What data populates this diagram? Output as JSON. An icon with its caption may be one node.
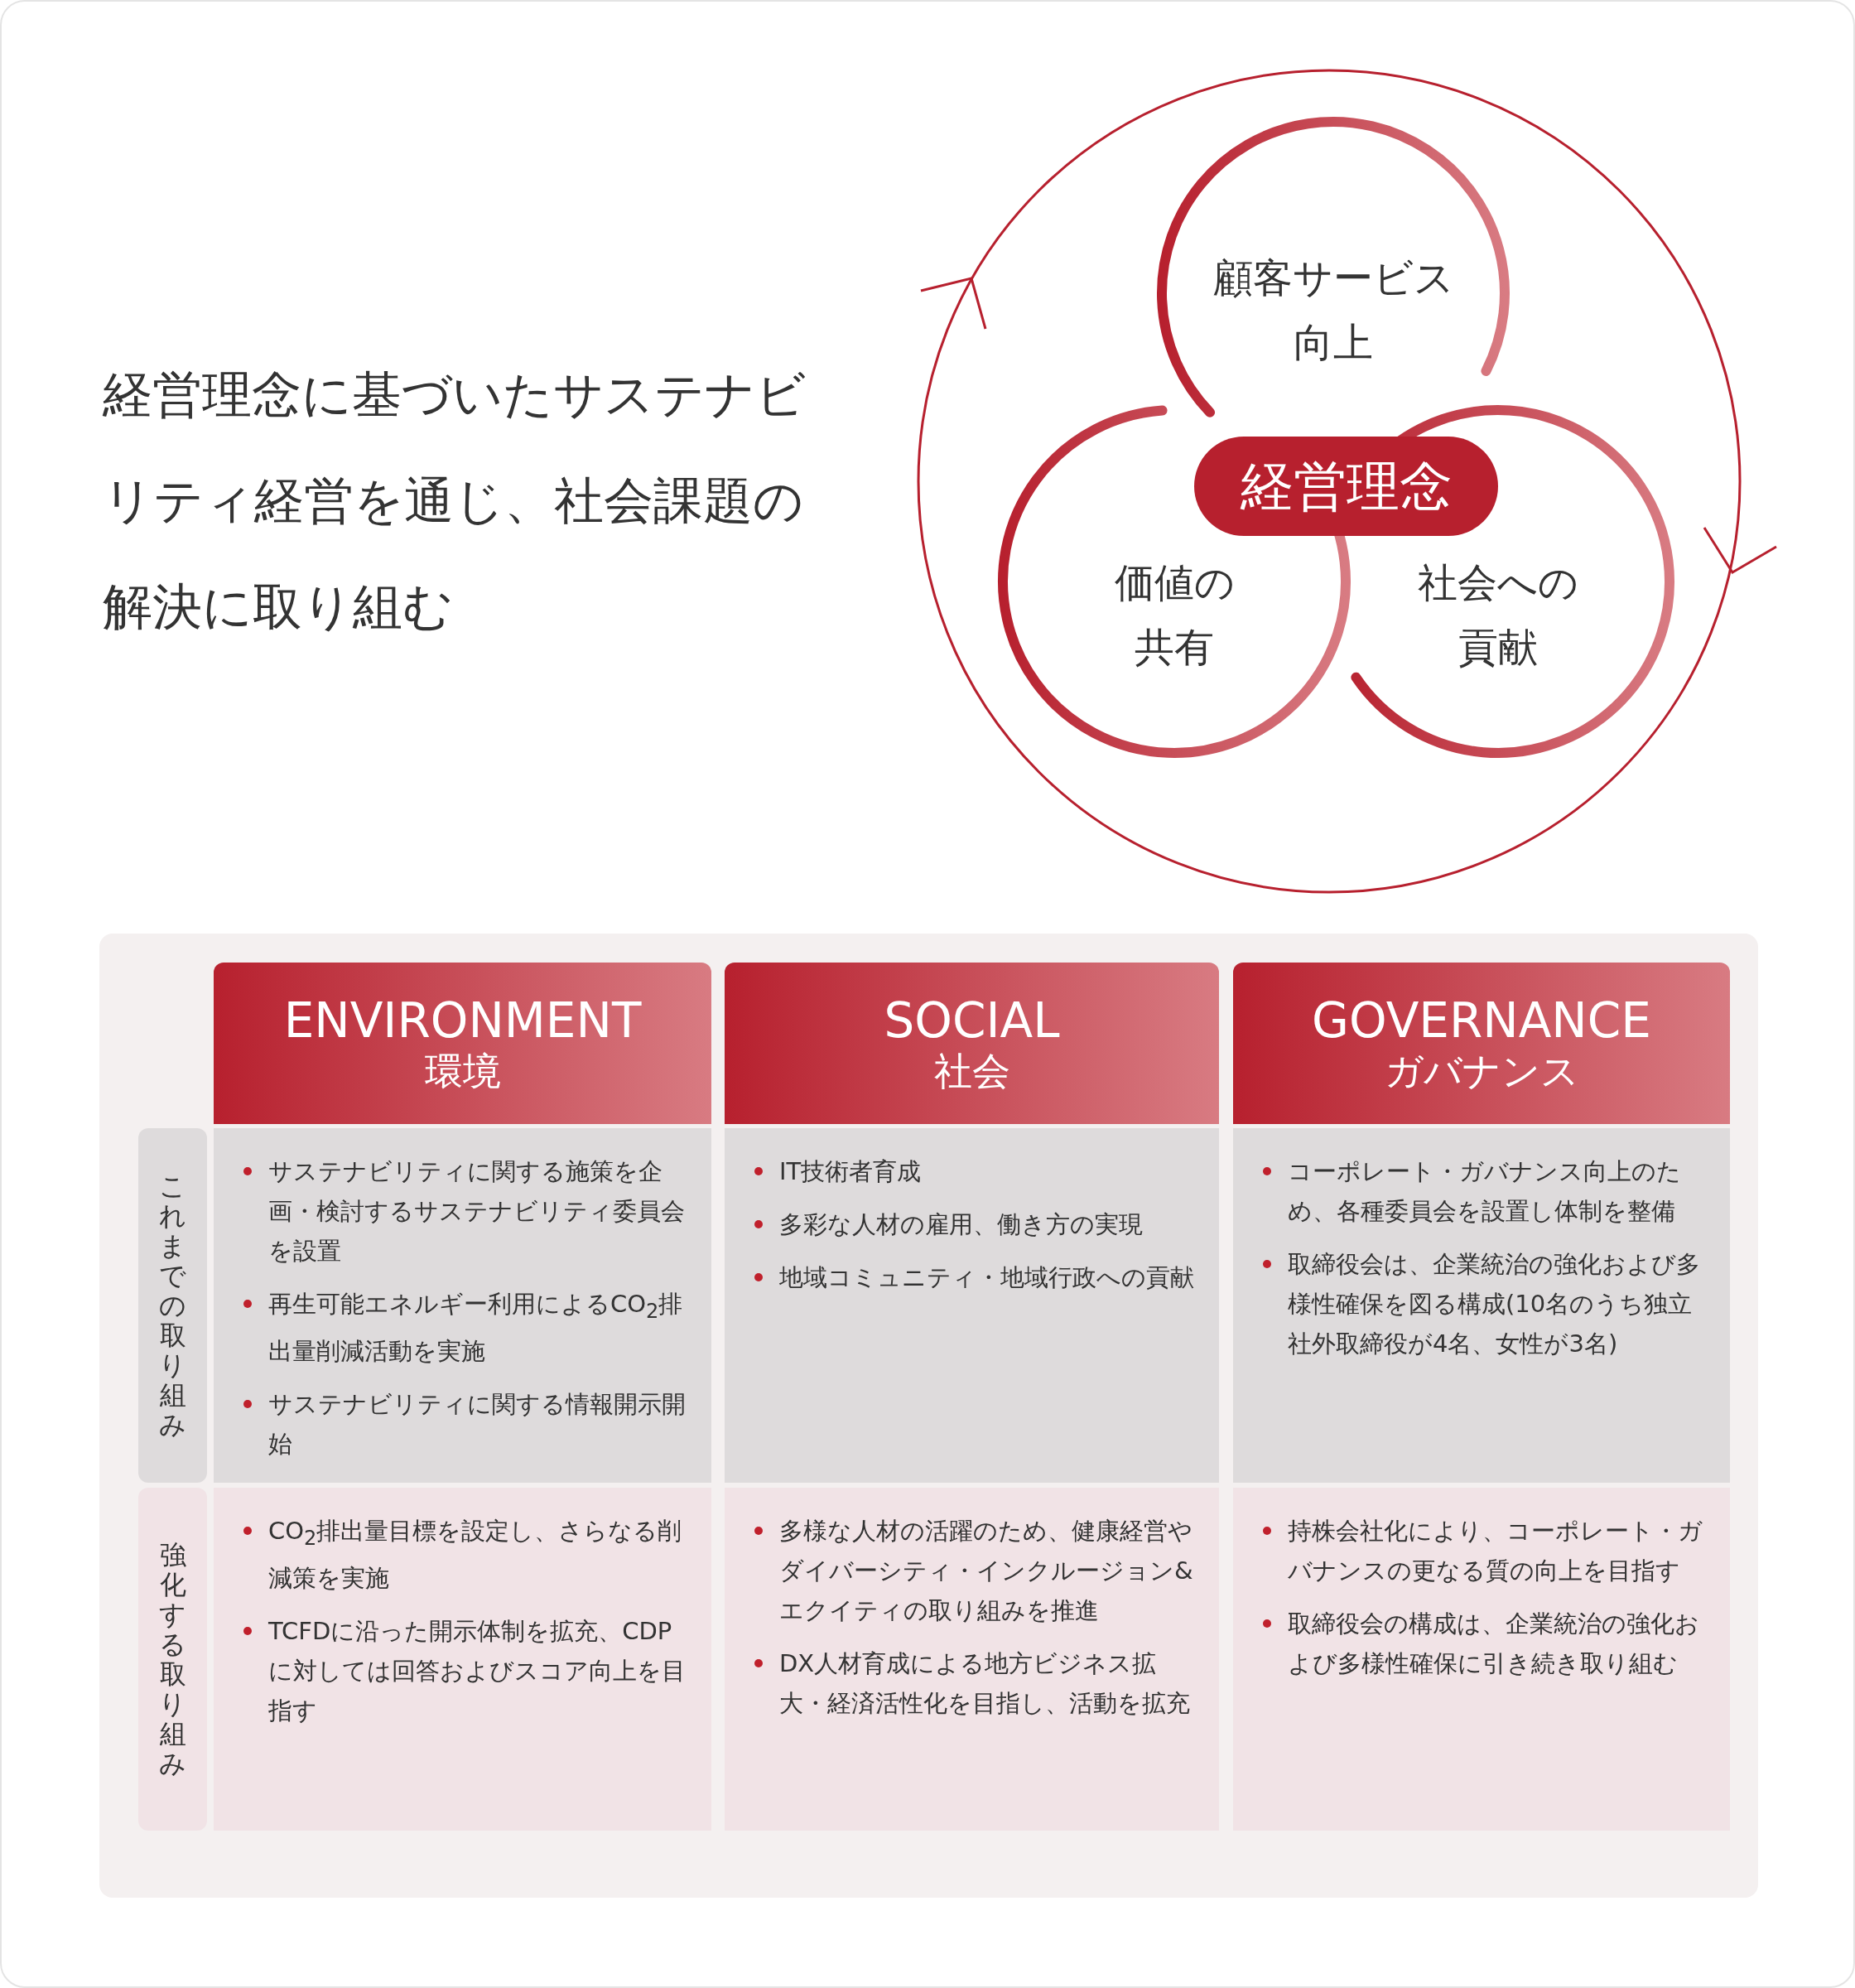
{
  "diagram": {
    "title": "経営理念に基づいたサステナビリティ経営を通じ、社会課題の解決に取り組む",
    "nodes": [
      {
        "text": [],
        "shape": "circle"
      },
      {
        "text": [
          "顧客サービス向上"
        ],
        "in": 0
      },
      {
        "text": [
          "経営理念"
        ],
        "in": 0
      },
      {
        "text": [
          "価値の共有"
        ],
        "in": 0
      },
      {
        "text": [
          "社会への貢献"
        ],
        "in": 0
      },
      {
        "text": [],
        "shape": "box"
      },
      {
        "text": [
          "ENVIRONMENT",
          "環境"
        ],
        "in": 5
      },
      {
        "text": [
          "SOCIAL",
          "社会"
        ],
        "in": 5
      },
      {
        "text": [
          "GOVERNANCE",
          "ガバナンス"
        ],
        "in": 5
      },
      {
        "text": [
          "これまでの取り組み"
        ],
        "in": 5
      },
      {
        "text": [
          "サステナビリティに関する施策を企画・検討するサステナビリティ委員会を設置",
          "再生可能エネルギー利用によるCO$_{2}$排出量削減活動を実施",
          "サステナビリティに関する情報開示開始"
        ],
        "in": 5
      },
      {
        "text": [
          "IT技術者育成",
          "多彩な人材の雇用、働き方の実現",
          "地域コミュニティ・地域行政への貢献"
        ],
        "in": 5
      },
      {
        "text": [
          "コーポレート・ガバナンス向上のため、各種委員会を設置し体制を整備",
          "取締役会は、企業統治の強化および多様性確保を図る構成(10名のうち独立社外取締役が4名、女性が3名)"
        ],
        "in": 5
      },
      {
        "text": [
          "強化する取り組み"
        ],
        "in": 5
      },
      {
        "text": [
          "CO$_{2}$排出量目標を設定し、さらなる削減策を実施",
          "TCFDに沿った開示体制を拡充、CDPに対しては回答およびスコア向上を目指す"
        ],
        "in": 5
      },
      {
        "text": [
          "多様な人材の活躍のため、健康経営やダイバーシティ・インクルージョン&エクイティの取り組みを推進",
          "DX人材育成による地方ビジネス拡大・経済活性化を目指し、活動を拡充"
        ],
        "in": 5
      },
      {
        "text": [
          "持株会社化により、コーポレート・ガバナンスの更なる質の向上を目指す",
          "取締役会の構成は、企業統治の強化および多様性確保に引き続き取り組む"
        ],
        "in": 5
      }
    ]
  }
}
